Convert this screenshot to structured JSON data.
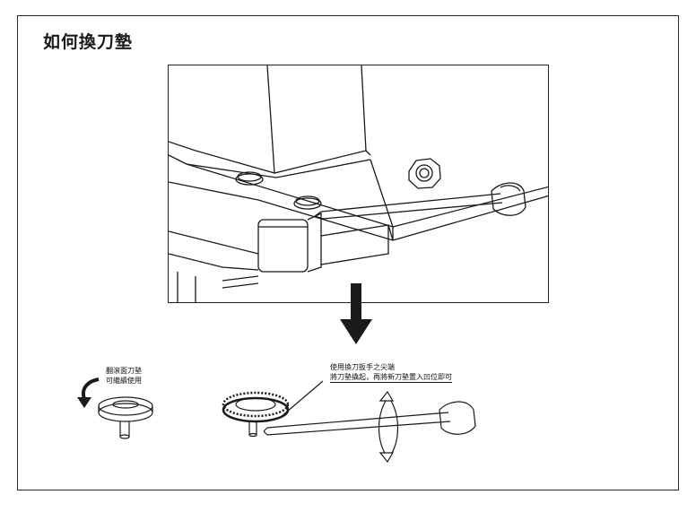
{
  "title": "如何換刀墊",
  "labels": {
    "flip_note_line1": "翻滾面刀墊",
    "flip_note_line2": "可繼續使用",
    "remove_note_line1": "使用換刀扳手之尖端",
    "remove_note_line2": "將刀墊撬起，再將新刀墊置入凹位即可"
  },
  "icons": {
    "down_arrow": "down-arrow-icon",
    "flip_arrow": "curved-arrow-icon",
    "rotate_arrow": "rotate-arrow-icon"
  },
  "colors": {
    "line": "#1a1a1a",
    "background": "#ffffff"
  }
}
